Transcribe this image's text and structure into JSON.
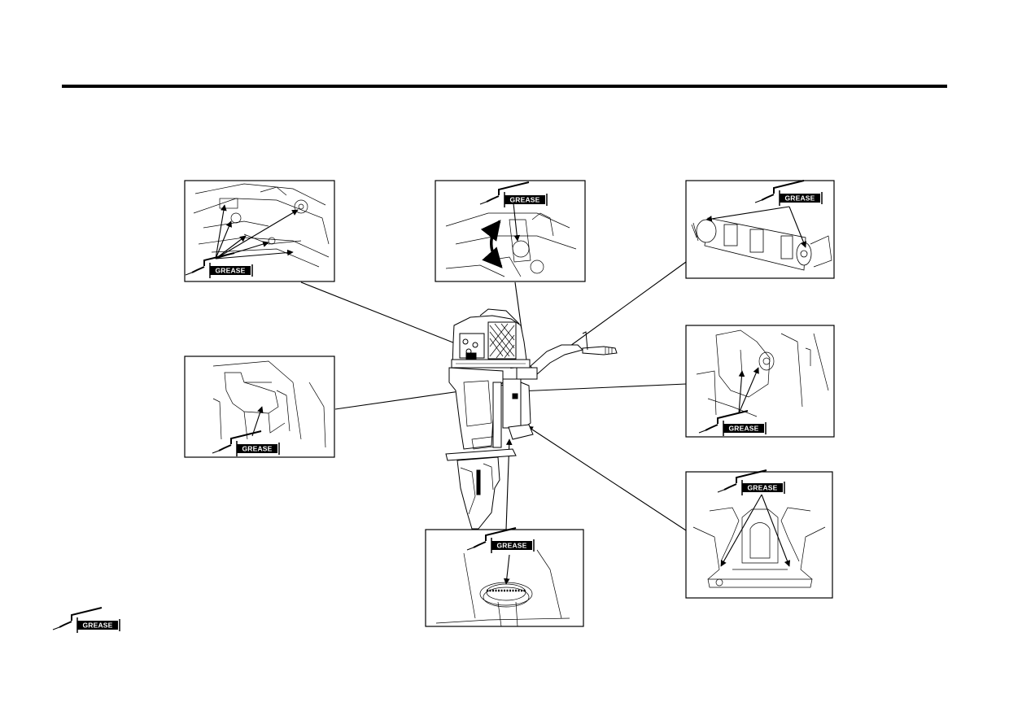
{
  "diagram": {
    "grease_label": "GREASE",
    "legend": {
      "label": "GREASE",
      "icon": "grease-gun-icon"
    },
    "callouts": [
      {
        "id": "throttle-linkage",
        "label": "GREASE",
        "icon": "grease-gun-icon"
      },
      {
        "id": "steering-pivot",
        "label": "GREASE",
        "icon": "grease-gun-icon"
      },
      {
        "id": "tilt-tube",
        "label": "GREASE",
        "icon": "grease-gun-icon"
      },
      {
        "id": "swivel-bracket",
        "label": "GREASE",
        "icon": "grease-gun-icon"
      },
      {
        "id": "tilt-lock",
        "label": "GREASE",
        "icon": "grease-gun-icon"
      },
      {
        "id": "clamp-brackets",
        "label": "GREASE",
        "icon": "grease-gun-icon"
      },
      {
        "id": "lower-mount-bushing",
        "label": "GREASE",
        "icon": "grease-gun-icon"
      }
    ]
  }
}
